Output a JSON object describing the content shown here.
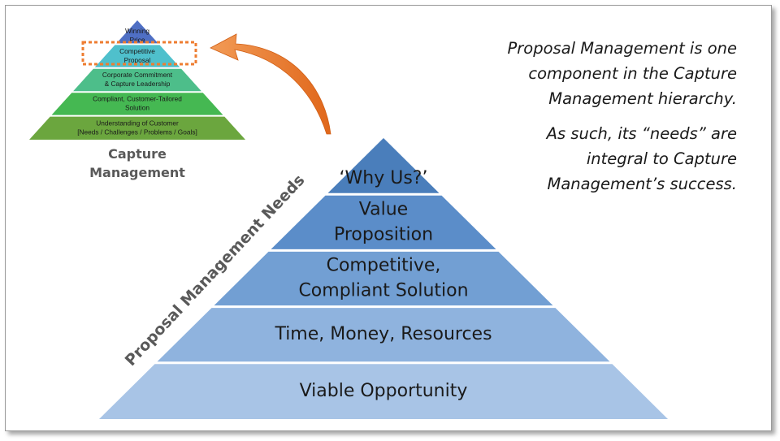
{
  "proposal_pyramid": {
    "side_label": "Proposal Management Needs",
    "tiers": [
      {
        "lines": [
          "‘Why Us?’"
        ]
      },
      {
        "lines": [
          "Value",
          "Proposition"
        ]
      },
      {
        "lines": [
          "Competitive,",
          "Compliant Solution"
        ]
      },
      {
        "lines": [
          "Time, Money, Resources"
        ]
      },
      {
        "lines": [
          "Viable Opportunity"
        ]
      }
    ]
  },
  "capture_pyramid": {
    "caption": [
      "Capture",
      "Management"
    ],
    "tiers": [
      {
        "lines": [
          "Winning",
          "Price"
        ]
      },
      {
        "lines": [
          "Competitive",
          "Proposal"
        ]
      },
      {
        "lines": [
          "Corporate Commitment",
          "& Capture Leadership"
        ]
      },
      {
        "lines": [
          "Compliant, Customer-Tailored",
          "Solution"
        ]
      },
      {
        "lines": [
          "Understanding of Customer",
          "[Needs / Challenges / Problems / Goals]"
        ]
      }
    ]
  },
  "description": [
    "Proposal Management is one component in the Capture Management hierarchy.",
    "As such, its “needs” are integral to Capture Management’s success."
  ],
  "colors": {
    "proposal_tiers": [
      "#4a7ebb",
      "#5b8dc9",
      "#729fd3",
      "#8fb3de",
      "#a8c4e6"
    ],
    "capture_tiers": [
      "#4f6fc4",
      "#4fc0cc",
      "#4dbe8a",
      "#45b852",
      "#6ba63e"
    ],
    "arrow": "#ee7d31",
    "highlight_box": "#ee7d31"
  }
}
